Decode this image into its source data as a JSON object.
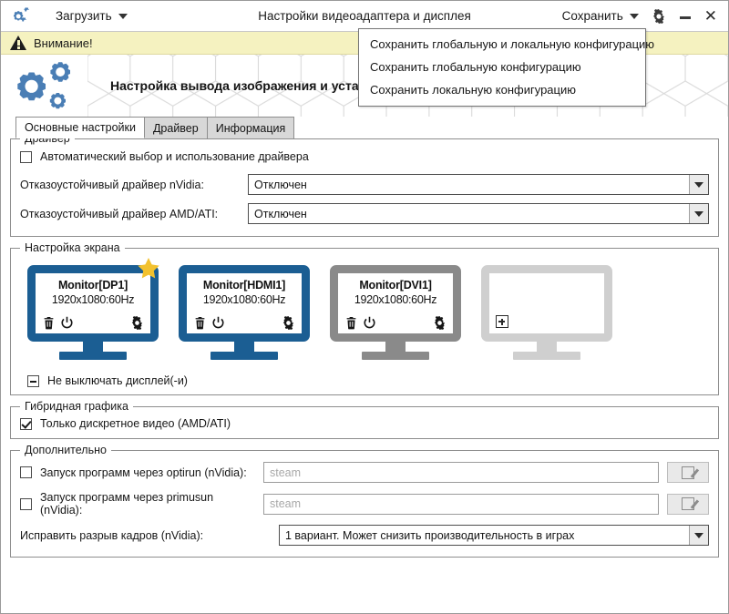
{
  "titlebar": {
    "app_icon": "gears-icon",
    "load_menu": "Загрузить",
    "window_title": "Настройки видеоадаптера и дисплея",
    "save_menu": "Сохранить",
    "settings_icon": "gear-icon",
    "minimize_icon": "minimize-icon",
    "close_icon": "close-icon",
    "close_glyph": "✕"
  },
  "save_dropdown": {
    "items": [
      "Сохранить глобальную и локальную конфигурацию",
      "Сохранить глобальную конфигурацию",
      "Сохранить локальную конфигурацию"
    ]
  },
  "warning": {
    "icon": "warning-triangle-icon",
    "text": "Внимание!",
    "bg": "#f5f2c0"
  },
  "banner": {
    "icon": "gears-icon",
    "heading": "Настройка вывода изображения и установка драйвера видеокарты"
  },
  "tabs": [
    {
      "label": "Основные настройки",
      "active": true
    },
    {
      "label": "Драйвер",
      "active": false
    },
    {
      "label": "Информация",
      "active": false
    }
  ],
  "driver_group": {
    "legend": "Драйвер",
    "auto_checkbox": {
      "label": "Автоматический выбор и использование драйвера",
      "state": "unchecked"
    },
    "nvidia": {
      "label": "Отказоустойчивый драйвер nVidia:",
      "value": "Отключен"
    },
    "amd": {
      "label": "Отказоустойчивый драйвер AMD/ATI:",
      "value": "Отключен"
    }
  },
  "screen_group": {
    "legend": "Настройка экрана",
    "monitors": [
      {
        "name": "Monitor[DP1]",
        "resolution": "1920x1080:60Hz",
        "state": "active",
        "primary": true,
        "icons": [
          "trash-icon",
          "power-icon",
          "gear-icon"
        ]
      },
      {
        "name": "Monitor[HDMI1]",
        "resolution": "1920x1080:60Hz",
        "state": "active",
        "primary": false,
        "icons": [
          "trash-icon",
          "power-icon",
          "gear-icon"
        ]
      },
      {
        "name": "Monitor[DVI1]",
        "resolution": "1920x1080:60Hz",
        "state": "disabled",
        "primary": false,
        "icons": [
          "trash-icon",
          "power-icon",
          "gear-icon"
        ]
      },
      {
        "name": "",
        "resolution": "",
        "state": "empty",
        "primary": false,
        "icons": [
          "plus-icon"
        ]
      }
    ],
    "keep_on_checkbox": {
      "label": "Не выключать дисплей(-и)",
      "state": "indeterminate"
    }
  },
  "hybrid_group": {
    "legend": "Гибридная графика",
    "discrete_checkbox": {
      "label": "Только дискретное видео (AMD/ATI)",
      "state": "checked"
    }
  },
  "extra_group": {
    "legend": "Дополнительно",
    "optirun": {
      "label": "Запуск программ через optirun (nVidia):",
      "state": "unchecked",
      "placeholder": "steam",
      "edit_icon": "pencil-icon"
    },
    "primusrun": {
      "label": "Запуск программ через primusun (nVidia):",
      "state": "unchecked",
      "placeholder": "steam",
      "edit_icon": "pencil-icon"
    },
    "tearfix": {
      "label": "Исправить разрыв кадров (nVidia):",
      "value": "1 вариант. Может снизить производительность в играх"
    }
  },
  "colors": {
    "accent_blue": "#1b5e93",
    "icon_blue": "#4a7eb5",
    "star_yellow": "#f2c12e",
    "disabled_gray": "#8a8a8a",
    "empty_gray": "#cfcfcf",
    "warning_bg": "#f5f2c0"
  }
}
